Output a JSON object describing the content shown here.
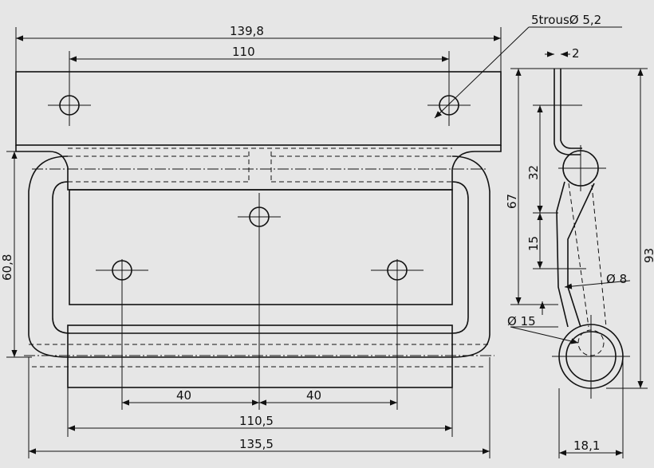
{
  "drawing": {
    "colors": {
      "background": "#e6e6e6",
      "ink": "#111111"
    },
    "dimensions": {
      "top_overall": "139,8",
      "top_holes": "110",
      "holes_note": "5trousØ 5,2",
      "left_height": "60,8",
      "dim_40_left": "40",
      "dim_40_right": "40",
      "bottom_110_5": "110,5",
      "bottom_overall": "135,5",
      "side_thickness": "2",
      "side_32": "32",
      "side_15": "15",
      "side_67": "67",
      "side_93": "93",
      "dia_8": "Ø 8",
      "dia_15": "Ø 15",
      "side_width": "18,1"
    }
  }
}
